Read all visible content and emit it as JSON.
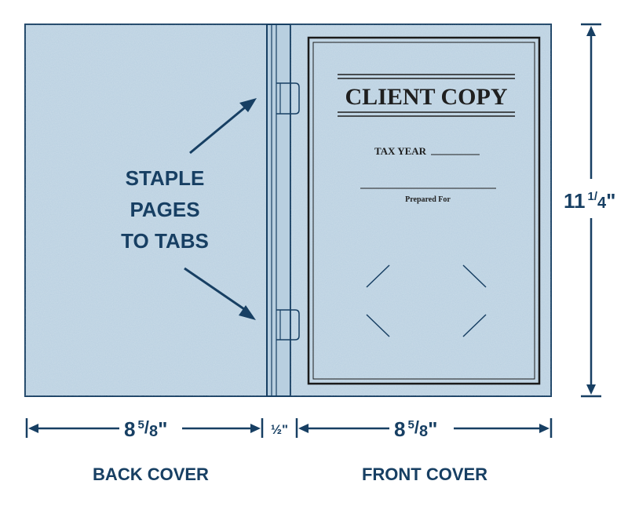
{
  "callout": {
    "line1": "STAPLE",
    "line2": "PAGES",
    "line3": "TO TABS"
  },
  "front_label": {
    "title": "CLIENT COPY",
    "tax_year": "TAX YEAR",
    "prepared_for": "Prepared For"
  },
  "dimensions": {
    "height": {
      "whole": "11",
      "frac_num": "1",
      "frac_den": "4",
      "unit": "\""
    },
    "back_width": {
      "whole": "8",
      "frac_num": "5",
      "frac_den": "8",
      "unit": "\""
    },
    "spine_width": "½\"",
    "front_width": {
      "whole": "8",
      "frac_num": "5",
      "frac_den": "8",
      "unit": "\""
    }
  },
  "captions": {
    "back": "BACK COVER",
    "front": "FRONT COVER"
  },
  "colors": {
    "cover_fill": "#b8cfe0",
    "outline": "#173f63",
    "text_dark": "#1f1f1f"
  }
}
